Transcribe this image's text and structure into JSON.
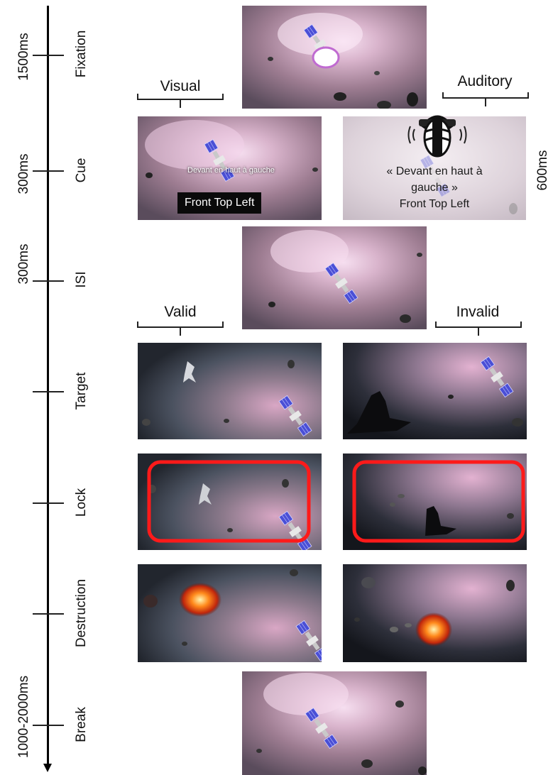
{
  "timeline": {
    "durations": {
      "fixation": "1500ms",
      "cue": "300ms",
      "isi": "300ms",
      "break": "1000-2000ms",
      "auditory_cue": "600ms"
    },
    "stages": {
      "fixation": "Fixation",
      "cue": "Cue",
      "isi": "ISI",
      "target": "Target",
      "lock": "Lock",
      "destruction": "Destruction",
      "break": "Break"
    }
  },
  "conditions": {
    "visual": "Visual",
    "auditory": "Auditory",
    "valid": "Valid",
    "invalid": "Invalid"
  },
  "cue": {
    "visual_overlay_text": "Devant en haut à gauche",
    "visual_caption": "Front Top Left",
    "auditory_french_line1": "« Devant en haut à",
    "auditory_french_line2": "gauche »",
    "auditory_english": "Front Top Left"
  },
  "colors": {
    "nebula_pink": "#c9a1b6",
    "nebula_dark": "#2c2f38",
    "lock_frame": "#ff1a1a",
    "explosion": "#ff6a1a",
    "panel_blue": "#4a4fd6"
  }
}
